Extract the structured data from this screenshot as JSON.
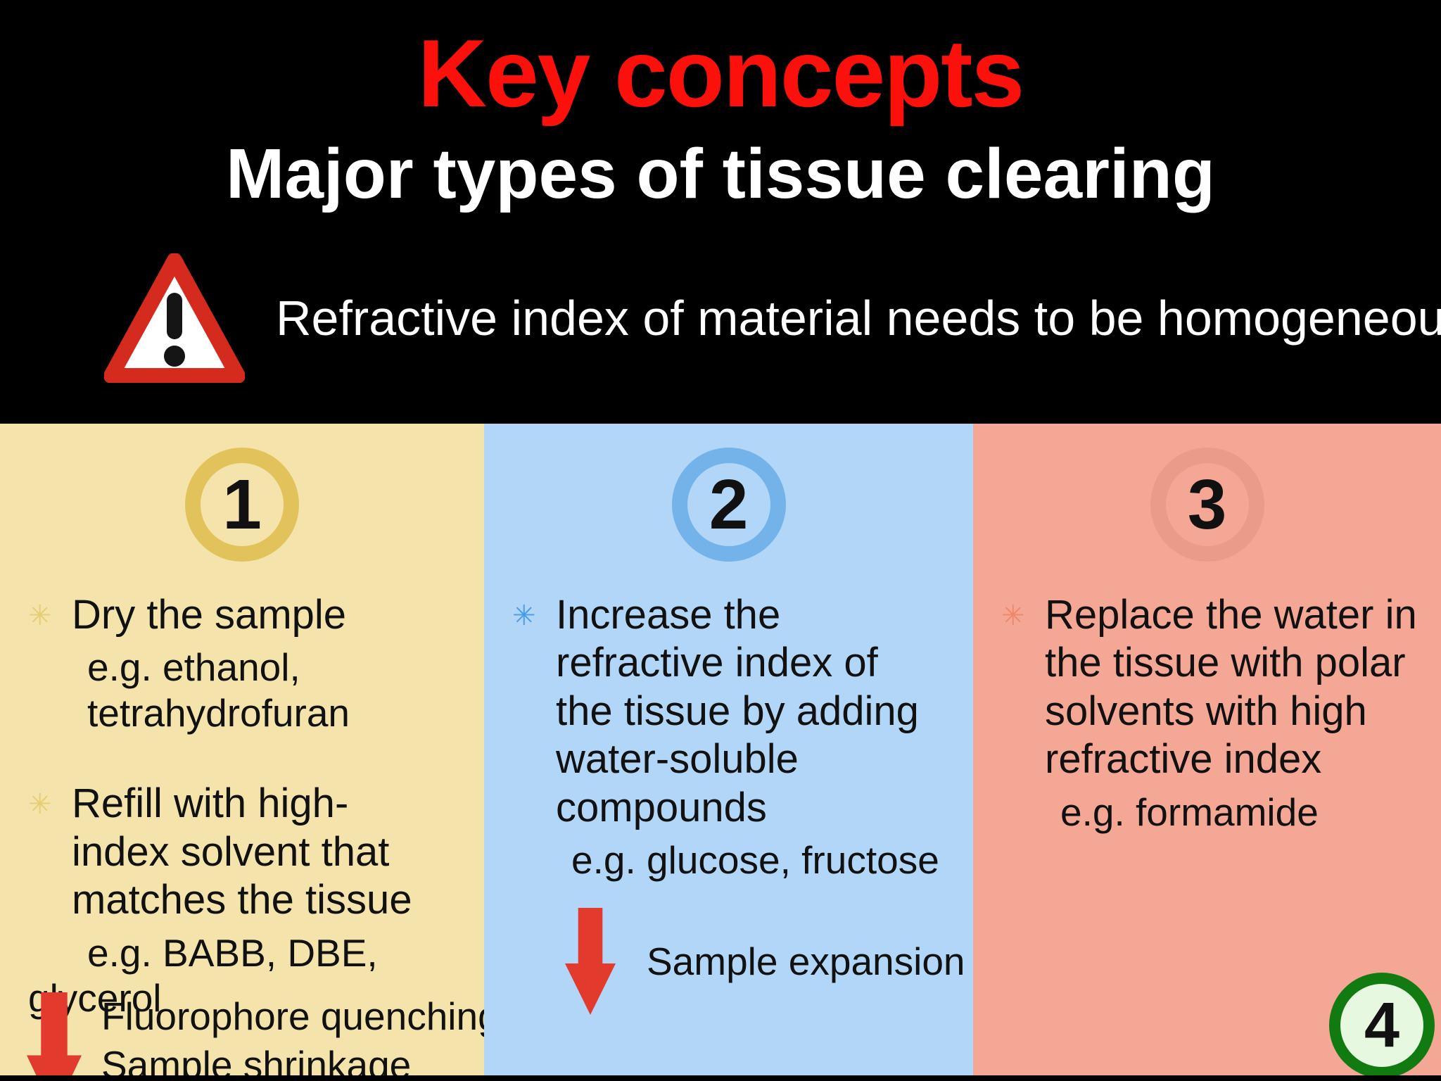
{
  "header": {
    "title": "Key concepts",
    "subtitle": "Major types of tissue clearing",
    "warning": "Refractive index of material needs to be homogeneous"
  },
  "icons": {
    "bullet": "✳"
  },
  "theme": {
    "header_bg": "#000000",
    "title_color": "#fb100c",
    "col1_bg": "#f4e4ab",
    "col1_ring": "#e2c35b",
    "col1_star": "#e6cd72",
    "col2_bg": "#b1d6f7",
    "col2_ring": "#74b2ea",
    "col2_star": "#4a9ce8",
    "col3_bg": "#f4a795",
    "col3_ring": "#ea9b89",
    "col3_star": "#f08868",
    "arrow_red": "#e23b2e",
    "badge_ring": "#117a11",
    "badge_bg": "#e6f8df"
  },
  "columns": [
    {
      "number": "1",
      "bullets": [
        {
          "text": "Dry the sample",
          "example": "e.g. ethanol,\ntetrahydrofuran"
        },
        {
          "text": "Refill with high-\nindex solvent that\nmatches the tissue",
          "example": "e.g. BABB, DBE,\nglycerol"
        }
      ],
      "effects": [
        "Fluorophore quenching",
        "Sample shrinkage"
      ]
    },
    {
      "number": "2",
      "bullets": [
        {
          "text": "Increase the\nrefractive index of\nthe tissue by adding\nwater-soluble\ncompounds",
          "example": "e.g. glucose, fructose"
        }
      ],
      "effects": [
        "Sample expansion"
      ]
    },
    {
      "number": "3",
      "bullets": [
        {
          "text": "Replace the water in\nthe tissue with polar\nsolvents with high\nrefractive index",
          "example": "e.g. formamide"
        }
      ],
      "badge": "4"
    }
  ]
}
